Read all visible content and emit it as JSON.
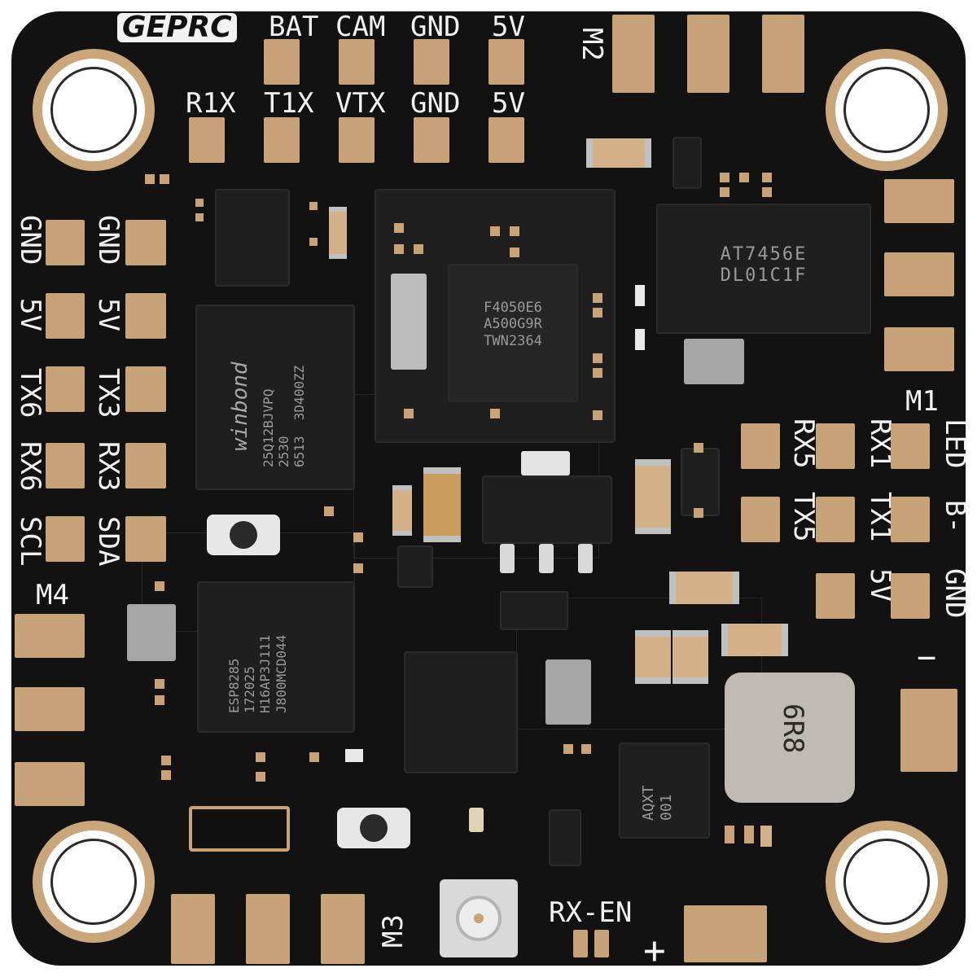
{
  "brand": "GEPRC",
  "top_row_1": [
    "BAT",
    "CAM",
    "GND",
    "5V"
  ],
  "top_row_2": [
    "R1X",
    "T1X",
    "VTX",
    "GND",
    "5V"
  ],
  "left_col_outer": [
    "GND",
    "5V",
    "TX6",
    "RX6",
    "SCL"
  ],
  "left_col_inner": [
    "GND",
    "5V",
    "TX3",
    "RX3",
    "SDA"
  ],
  "right_col_a": [
    "RX5",
    "TX5"
  ],
  "right_col_b": [
    "RX1",
    "TX1",
    "5V"
  ],
  "right_col_c": [
    "LED",
    "B-",
    "GND"
  ],
  "motors": {
    "m1": "M1",
    "m2": "M2",
    "m3": "M3",
    "m4": "M4"
  },
  "chips": {
    "mcu": "F4050E6\nA500G9R\nTWN2364",
    "driver": "AT7456E\nDL01C1F",
    "flash_brand": "winbond",
    "flash": "25Q12BJVPQ\n2530\n6513  3D400ZZ",
    "esp": "ESP8285\n172025\nH16AP3J111\nJ800MCD044",
    "aqxt": "AQXT\n001",
    "inductor": "6R8"
  },
  "bottom_label": "RX-EN",
  "polarity_minus": "−",
  "polarity_plus": "+",
  "colors": {
    "board": "#121212",
    "pad": "#c7a377",
    "silk": "#f2f2f2"
  }
}
